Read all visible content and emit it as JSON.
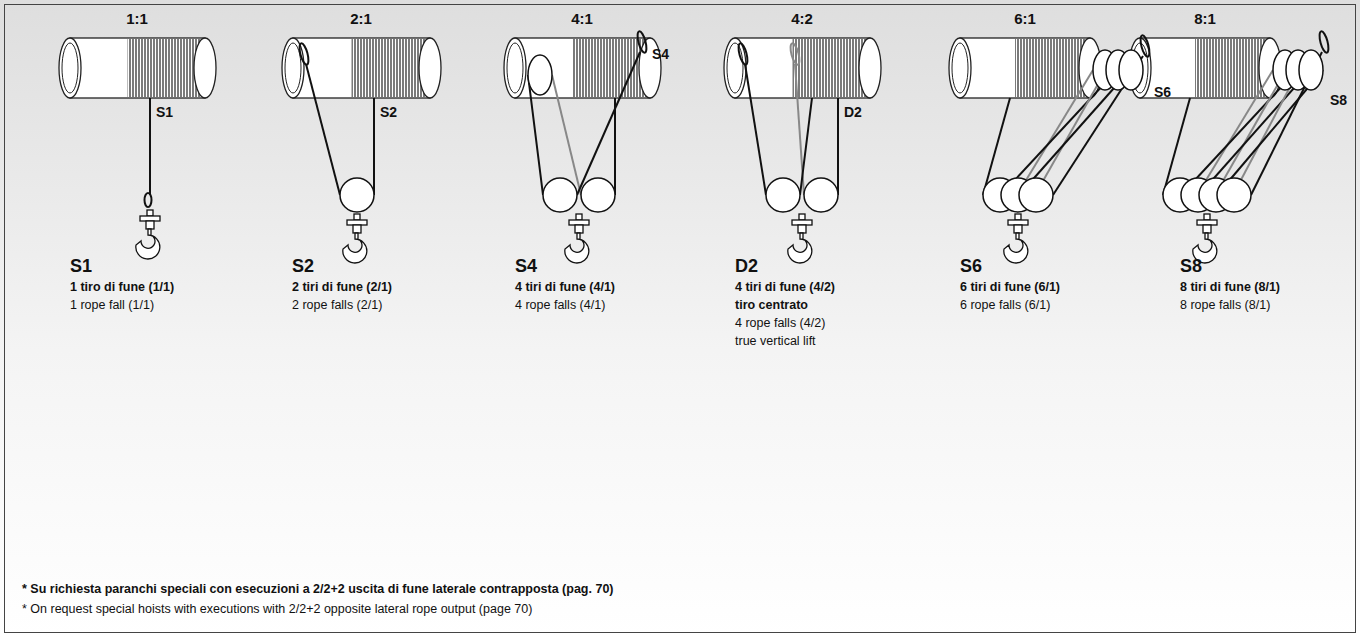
{
  "diagram": {
    "labels": [
      "1:1",
      "2:1",
      "4:1",
      "4:2",
      "6:1",
      "8:1",
      "S1",
      "S2",
      "S4",
      "D2",
      "S6",
      "S8",
      "S1",
      "1 tiro di fune (1/1)",
      "1 rope fall (1/1)",
      "S2",
      "2 tiri di fune (2/1)",
      "2 rope falls (2/1)",
      "S4",
      "4 tiri di fune (4/1)",
      "4 rope falls (4/1)",
      "D2",
      "4 tiri di fune (4/2)",
      "tiro centrato",
      "4 rope falls (4/2)",
      "true vertical lift",
      "S6",
      "6 tiri di fune (6/1)",
      "6 rope falls (6/1)",
      "S8",
      "8 tiri di fune (8/1)",
      "8 rope falls (8/1)",
      "* Su richiesta paranchi speciali con esecuzioni a 2/2+2 uscita di fune laterale contrapposta (pag. 70)",
      "* On request special hoists with executions with 2/2+2 opposite lateral rope output (page 70)"
    ]
  }
}
